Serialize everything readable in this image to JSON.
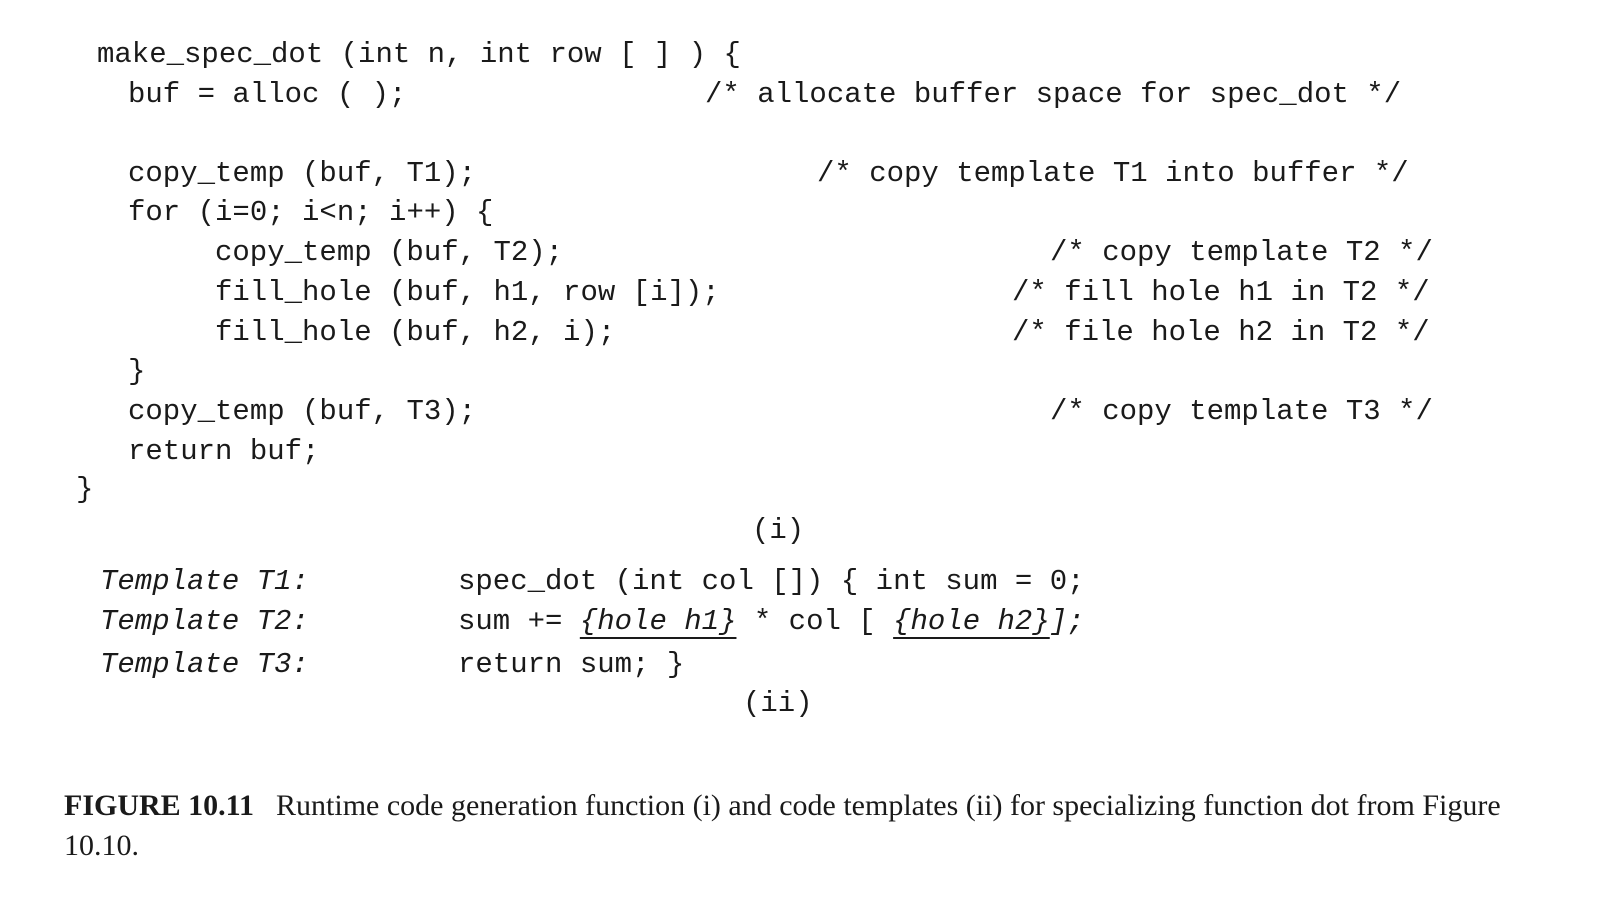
{
  "code": {
    "signature": "make_spec_dot (int n, int row [ ] ) {",
    "buf_line": "buf = alloc ( );",
    "buf_comment": "/* allocate buffer space for spec_dot */",
    "copy_t1": "copy_temp (buf, T1);",
    "copy_t1_comment": "/* copy template T1 into buffer */",
    "for_line": "for (i=0; i<n; i++) {",
    "copy_t2": "copy_temp (buf, T2);",
    "copy_t2_comment": "/* copy template T2 */",
    "fill_h1": "fill_hole (buf, h1, row [i]);",
    "fill_h1_comment": "/* fill hole h1 in T2 */",
    "fill_h2": "fill_hole (buf, h2, i);",
    "fill_h2_comment": "/* file hole h2 in T2 */",
    "inner_close": "}",
    "copy_t3": "copy_temp (buf, T3);",
    "copy_t3_comment": "/* copy template T3 */",
    "return_line": "return buf;",
    "outer_close": "}",
    "label_i": "(i)"
  },
  "templates": {
    "t1_label": "Template T1:",
    "t1_code": "spec_dot (int col []) { int sum = 0;",
    "t2_label": "Template T2:",
    "t2_prefix": "sum += ",
    "t2_hole1": "{hole h1}",
    "t2_mid": " * col [ ",
    "t2_hole2": "{hole h2}",
    "t2_suffix": "];",
    "t3_label": "Template T3:",
    "t3_code": "return sum; }",
    "label_ii": "(ii)"
  },
  "caption": {
    "figure": "FIGURE 10.11",
    "text": "Runtime code generation function (i) and code templates (ii) for specializing function dot from Figure 10.10."
  }
}
